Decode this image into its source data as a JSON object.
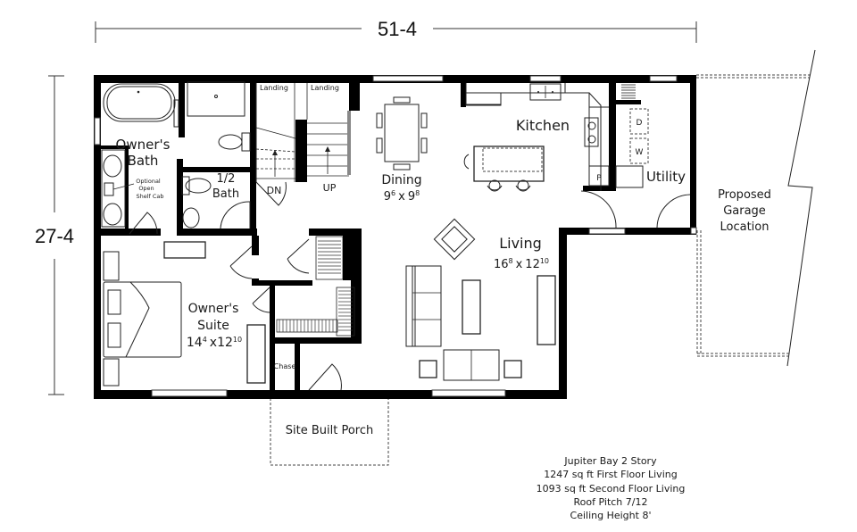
{
  "plan": {
    "overall_width": "51-4",
    "overall_depth": "27-4"
  },
  "rooms": {
    "owners_bath": {
      "line1": "Owner's",
      "line2": "Bath"
    },
    "optional_shelf": {
      "line1": "Optional",
      "line2": "Open",
      "line3": "Shelf Cab"
    },
    "half_bath": {
      "line1": "1/2",
      "line2": "Bath"
    },
    "landing_left": "Landing",
    "landing_right": "Landing",
    "stair_down": "DN",
    "stair_up": "UP",
    "dining": {
      "name": "Dining",
      "dim_a": "9",
      "dim_a_sup": "6",
      "x": "x",
      "dim_b": "9",
      "dim_b_sup": "8"
    },
    "kitchen": "Kitchen",
    "pantry": "P",
    "dryer": "D",
    "washer": "W",
    "utility": "Utility",
    "living": {
      "name": "Living",
      "dim_a": "16",
      "dim_a_sup": "8",
      "x": "x",
      "dim_b": "12",
      "dim_b_sup": "10"
    },
    "owners_suite": {
      "line1": "Owner's",
      "line2": "Suite",
      "dim_a": "14",
      "dim_a_sup": "4",
      "x": "x",
      "dim_b": "12",
      "dim_b_sup": "10"
    },
    "chase": "Chase",
    "porch": "Site Built Porch",
    "garage": {
      "line1": "Proposed",
      "line2": "Garage",
      "line3": "Location"
    }
  },
  "info_block": {
    "lines": [
      "Jupiter Bay 2 Story",
      "1247 sq ft First Floor Living",
      "1093 sq ft Second Floor Living",
      "Roof Pitch 7/12",
      "Ceiling Height 8'"
    ]
  }
}
